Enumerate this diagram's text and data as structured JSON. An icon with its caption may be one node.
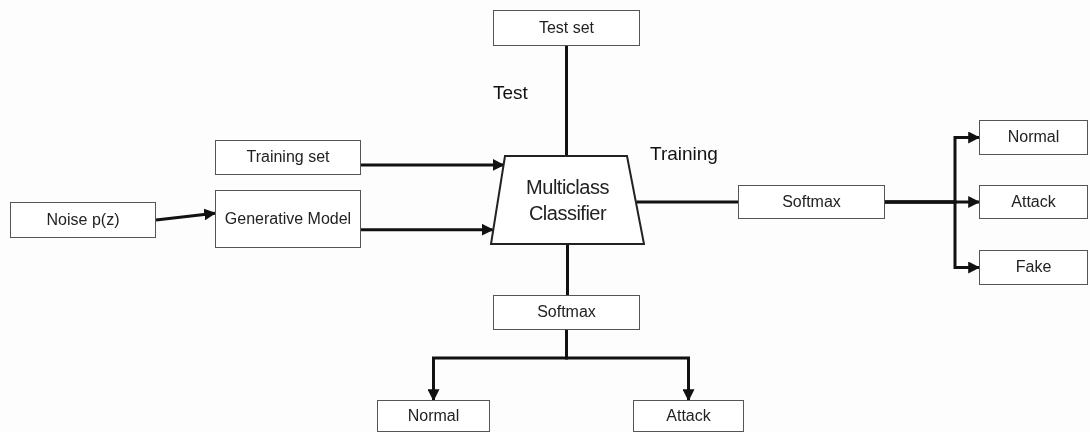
{
  "diagram": {
    "nodes": [
      {
        "text": [
          "Test set"
        ]
      },
      {
        "text": [
          "Training set"
        ]
      },
      {
        "text": [
          "Noise p(z)"
        ]
      },
      {
        "text": [
          "Generative Model"
        ]
      },
      {
        "text": [
          "Multiclass Classifier"
        ]
      },
      {
        "text": [
          "Softmax"
        ]
      },
      {
        "text": [
          "Normal"
        ]
      },
      {
        "text": [
          "Attack"
        ]
      },
      {
        "text": [
          "Fake"
        ]
      },
      {
        "text": [
          "Softmax"
        ]
      },
      {
        "text": [
          "Normal"
        ]
      },
      {
        "text": [
          "Attack"
        ]
      }
    ],
    "edges": [
      {
        "from": 0,
        "to": 4,
        "arrow": "none"
      },
      {
        "from": 1,
        "to": 4,
        "arrow": "to"
      },
      {
        "from": 2,
        "to": 3,
        "arrow": "to"
      },
      {
        "from": 3,
        "to": 4,
        "arrow": "to"
      },
      {
        "from": 4,
        "to": 5,
        "arrow": "none"
      },
      {
        "from": 5,
        "to": 6,
        "arrow": "to"
      },
      {
        "from": 5,
        "to": 7,
        "arrow": "to"
      },
      {
        "from": 5,
        "to": 8,
        "arrow": "to"
      },
      {
        "from": 4,
        "to": 9,
        "arrow": "none"
      },
      {
        "from": 9,
        "to": 10,
        "arrow": "to"
      },
      {
        "from": 9,
        "to": 11,
        "arrow": "to"
      }
    ],
    "labels": [
      "Test",
      "Training"
    ]
  }
}
